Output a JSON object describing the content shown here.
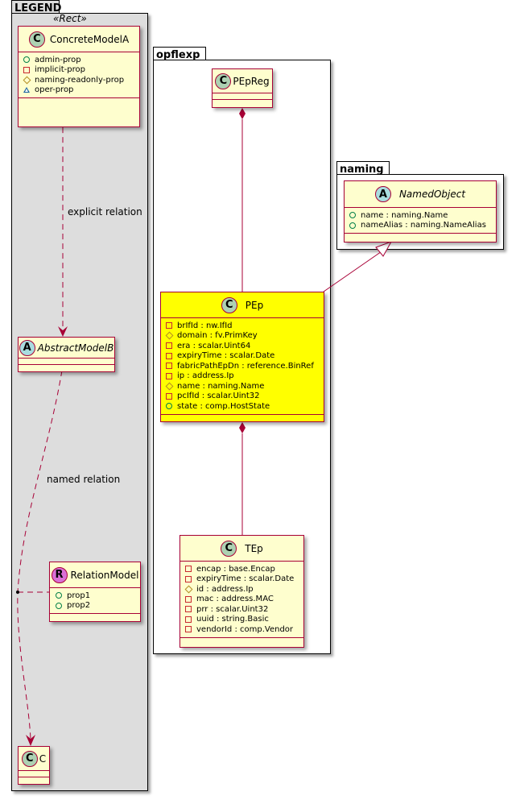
{
  "packages": {
    "legend": {
      "name": "LEGEND",
      "stereotype": "«Rect»"
    },
    "opflexp": {
      "name": "opflexp"
    },
    "naming": {
      "name": "naming"
    }
  },
  "classes": {
    "concrete_model_a": {
      "kind": "C",
      "name": "ConcreteModelA",
      "attributes": [
        {
          "visibility": "public",
          "text": "admin-prop"
        },
        {
          "visibility": "private",
          "text": "implicit-prop"
        },
        {
          "visibility": "protected",
          "text": "naming-readonly-prop"
        },
        {
          "visibility": "package",
          "text": "oper-prop"
        }
      ]
    },
    "abstract_model_b": {
      "kind": "A",
      "name": "AbstractModelB"
    },
    "relation_model": {
      "kind": "R",
      "name": "RelationModel",
      "attributes": [
        {
          "visibility": "public",
          "text": "prop1"
        },
        {
          "visibility": "public",
          "text": "prop2"
        }
      ]
    },
    "c": {
      "kind": "C",
      "name": "C"
    },
    "pepreg": {
      "kind": "C",
      "name": "PEpReg"
    },
    "pep": {
      "kind": "C",
      "name": "PEp",
      "highlight_color": "#FFFF00",
      "attributes": [
        {
          "visibility": "private",
          "text": "brIfId : nw.IfId"
        },
        {
          "visibility": "protected",
          "text": "domain : fv.PrimKey"
        },
        {
          "visibility": "private",
          "text": "era : scalar.Uint64"
        },
        {
          "visibility": "private",
          "text": "expiryTime : scalar.Date"
        },
        {
          "visibility": "private",
          "text": "fabricPathEpDn : reference.BinRef"
        },
        {
          "visibility": "private",
          "text": "ip : address.Ip"
        },
        {
          "visibility": "protected",
          "text": "name : naming.Name"
        },
        {
          "visibility": "private",
          "text": "pcIfId : scalar.Uint32"
        },
        {
          "visibility": "public",
          "text": "state : comp.HostState"
        }
      ]
    },
    "tep": {
      "kind": "C",
      "name": "TEp",
      "attributes": [
        {
          "visibility": "private",
          "text": "encap : base.Encap"
        },
        {
          "visibility": "private",
          "text": "expiryTime : scalar.Date"
        },
        {
          "visibility": "protected",
          "text": "id : address.Ip"
        },
        {
          "visibility": "private",
          "text": "mac : address.MAC"
        },
        {
          "visibility": "private",
          "text": "prr : scalar.Uint32"
        },
        {
          "visibility": "private",
          "text": "uuid : string.Basic"
        },
        {
          "visibility": "private",
          "text": "vendorId : comp.Vendor"
        }
      ]
    },
    "named_object": {
      "kind": "A",
      "name": "NamedObject",
      "attributes": [
        {
          "visibility": "public",
          "text": "name : naming.Name"
        },
        {
          "visibility": "public",
          "text": "nameAlias : naming.NameAlias"
        }
      ]
    }
  },
  "relations": [
    {
      "from": "ConcreteModelA",
      "to": "AbstractModelB",
      "type": "dependency",
      "label": "explicit relation"
    },
    {
      "from": "AbstractModelB",
      "to": "C",
      "type": "dependency",
      "label": "named relation",
      "association_class": "RelationModel"
    },
    {
      "from": "PEpReg",
      "to": "PEp",
      "type": "composition",
      "label": ""
    },
    {
      "from": "PEp",
      "to": "TEp",
      "type": "composition",
      "label": ""
    },
    {
      "from": "PEp",
      "to": "NamedObject",
      "type": "generalization",
      "label": ""
    }
  ],
  "colors": {
    "class_fill": "#FEFECE",
    "class_border": "#A80036",
    "highlight_fill": "#FFFF00",
    "legend_fill": "#DDDDDD"
  }
}
